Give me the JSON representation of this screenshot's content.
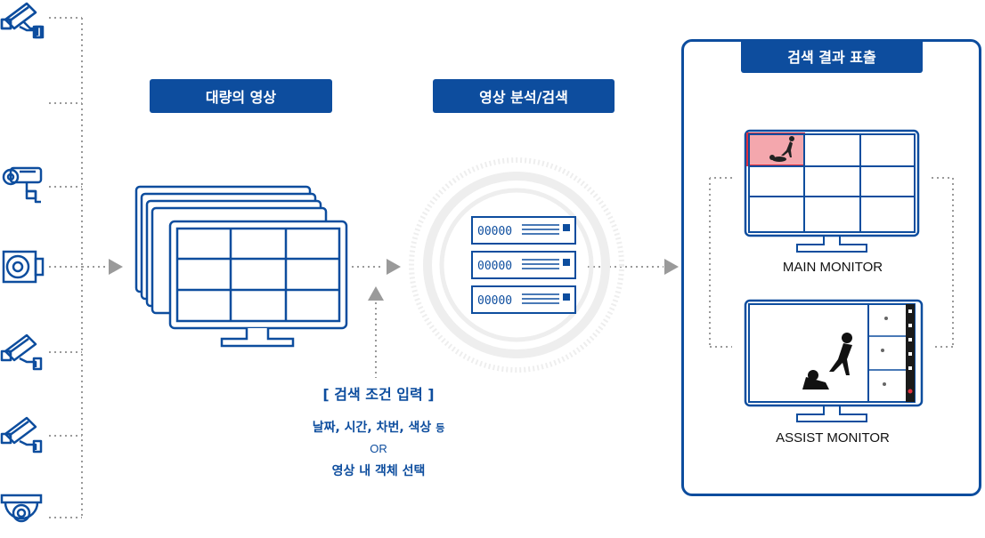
{
  "labels": {
    "mass_video": "대량의 영상",
    "analysis_search": "영상 분석/검색",
    "result_display": "검색 결과 표출"
  },
  "monitors": {
    "main": "MAIN MONITOR",
    "assist": "ASSIST MONITOR"
  },
  "server": {
    "unit_codes": [
      "00000",
      "00000",
      "00000"
    ]
  },
  "search_condition": {
    "title": "[ 검색 조건 입력 ]",
    "line1": "날짜, 시간, 차번, 색상",
    "line1_suffix": "등",
    "or": "OR",
    "line2": "영상 내 객체 선택"
  },
  "colors": {
    "brand_blue": "#0d4d9e",
    "line_gray": "#9a9a9a",
    "highlight_red": "#f4a7ad"
  },
  "icons": [
    "bullet-camera-icon",
    "bullet-camera-icon",
    "ptz-camera-icon",
    "fisheye-camera-icon",
    "bullet-camera-icon",
    "bullet-camera-icon",
    "dome-camera-icon"
  ]
}
